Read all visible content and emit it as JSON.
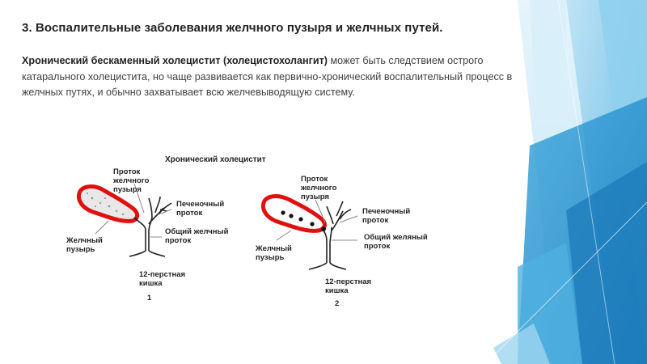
{
  "slide": {
    "title": "3. Воспалительные заболевания желчного пузыря и желчных путей.",
    "paragraph": {
      "bold_lead": "Хронический бескаменный холецистит (холецистохолангит)",
      "rest": " может быть следствием острого катарального холецистита, но чаще развивается как первично-хронический воспалительный процесс в желчных путях, и обычно захватывает всю желчевыводящую систему."
    }
  },
  "figure": {
    "title": "Хронический холецистит",
    "diagram1": {
      "duct_label": [
        "Проток",
        "желчного",
        "пузыря"
      ],
      "hepatic_label": [
        "Печеночный",
        "проток"
      ],
      "common_label": [
        "Общий желчный",
        "проток"
      ],
      "gallbladder_label": [
        "Желчный",
        "пузырь"
      ],
      "duodenum_label": [
        "12-перстная",
        "кишка"
      ],
      "number": "1"
    },
    "diagram2": {
      "duct_label": [
        "Проток",
        "желчного",
        "пузыря"
      ],
      "hepatic_label": [
        "Печеночный",
        "проток"
      ],
      "common_label": [
        "Общий желяный",
        "проток"
      ],
      "gallbladder_label": [
        "Желчный",
        "пузырь"
      ],
      "duodenum_label": [
        "12-перстная",
        "кишка"
      ],
      "number": "2"
    }
  },
  "colors": {
    "gallbladder_wall": "#e01010",
    "accent_blue": "#2f9bd6",
    "accent_light": "#7fc9ea"
  }
}
